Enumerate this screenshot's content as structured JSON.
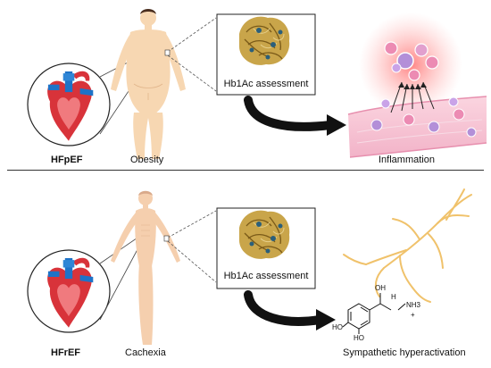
{
  "top_panel": {
    "left_label": "HFpEF",
    "condition_label": "Obesity",
    "box_label": "Hb1Ac assessment",
    "outcome_label": "Inflammation"
  },
  "bottom_panel": {
    "left_label": "HFrEF",
    "condition_label": "Cachexia",
    "box_label": "Hb1Ac assessment",
    "outcome_label": "Sympathetic hyperactivation",
    "molecule_labels": {
      "oh_top": "OH",
      "h": "H",
      "nh3": "NH3",
      "plus": "+",
      "ho1": "HO",
      "ho2": "HO"
    }
  },
  "colors": {
    "heart_red": "#d8333a",
    "vessel_blue": "#1e73c8",
    "skin_obese": "#f7d7b2",
    "skin_thin": "#f5cfae",
    "protein_gold": "#c9a54a",
    "nerve_gold": "#f0c26b",
    "vessel_pink": "#f5c7d6",
    "cell_purple": "#b38fd8",
    "cell_pink": "#ec8bb3",
    "glow_red": "#ff6b6b"
  }
}
